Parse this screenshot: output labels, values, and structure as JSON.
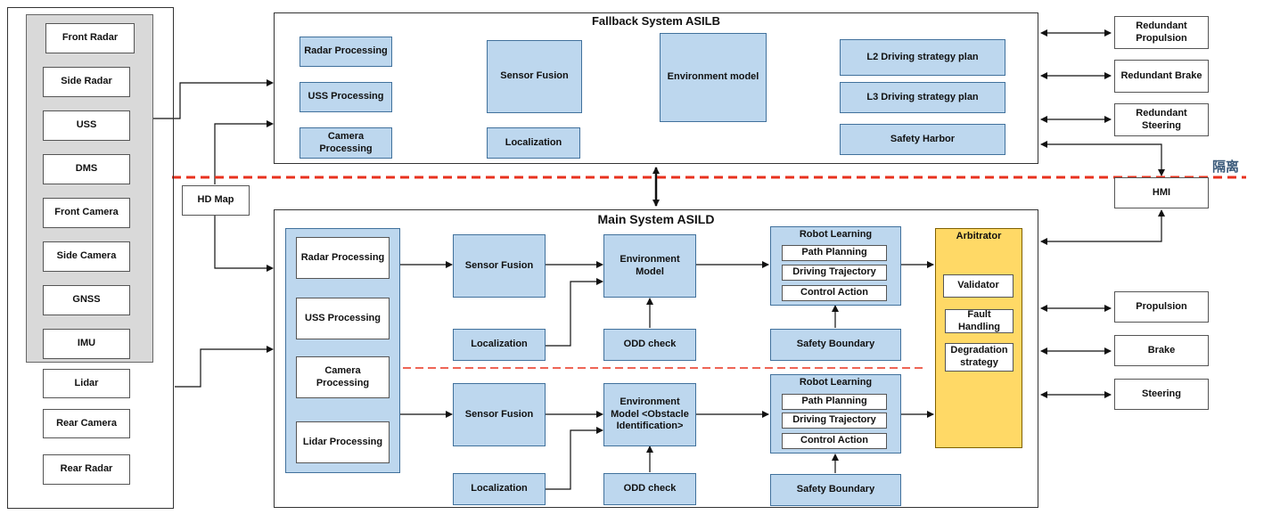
{
  "sensors": {
    "front_radar": "Front Radar",
    "side_radar": "Side Radar",
    "uss": "USS",
    "dms": "DMS",
    "front_camera": "Front Camera",
    "side_camera": "Side Camera",
    "gnss": "GNSS",
    "imu": "IMU",
    "lidar": "Lidar",
    "rear_camera": "Rear Camera",
    "rear_radar": "Rear Radar"
  },
  "hd_map": "HD Map",
  "isolation_label": "隔离",
  "fallback": {
    "title": "Fallback System  ASILB",
    "radar_processing": "Radar Processing",
    "uss_processing": "USS Processing",
    "camera_processing": "Camera Processing",
    "sensor_fusion": "Sensor Fusion",
    "localization": "Localization",
    "environment_model": "Environment model",
    "l2_plan": "L2 Driving strategy plan",
    "l3_plan": "L3 Driving strategy plan",
    "safety_harbor": "Safety Harbor"
  },
  "main": {
    "title": "Main System  ASILD",
    "radar_processing": "Radar Processing",
    "uss_processing": "USS Processing",
    "camera_processing": "Camera Processing",
    "lidar_processing": "Lidar Processing",
    "upper": {
      "sensor_fusion": "Sensor Fusion",
      "environment_model": "Environment Model",
      "localization": "Localization",
      "odd_check": "ODD check",
      "robot_learning": "Robot Learning",
      "path_planning": "Path Planning",
      "driving_trajectory": "Driving Trajectory",
      "control_action": "Control Action",
      "safety_boundary": "Safety Boundary"
    },
    "lower": {
      "sensor_fusion": "Sensor Fusion",
      "environment_model": "Environment Model <Obstacle Identification>",
      "localization": "Localization",
      "odd_check": "ODD check",
      "robot_learning": "Robot Learning",
      "path_planning": "Path Planning",
      "driving_trajectory": "Driving Trajectory",
      "control_action": "Control Action",
      "safety_boundary": "Safety Boundary"
    },
    "arbitrator": {
      "title": "Arbitrator",
      "validator": "Validator",
      "fault_handling": "Fault Handling",
      "degradation_strategy": "Degradation strategy"
    }
  },
  "actuators": {
    "redundant_propulsion": "Redundant Propulsion",
    "redundant_brake": "Redundant Brake",
    "redundant_steering": "Redundant Steering",
    "hmi": "HMI",
    "propulsion": "Propulsion",
    "brake": "Brake",
    "steering": "Steering"
  },
  "colors": {
    "module_fill": "#bdd7ee",
    "module_border": "#41719c",
    "sensor_group_fill": "#d9d9d9",
    "arbitrator_fill": "#ffd966",
    "isolation_line": "#e8321e"
  }
}
